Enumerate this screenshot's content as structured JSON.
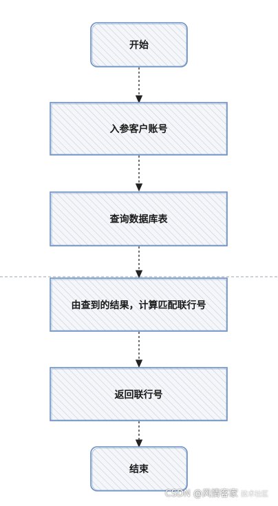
{
  "nodes": [
    {
      "id": "start",
      "label": "开始",
      "shape": "rounded"
    },
    {
      "id": "input",
      "label": "入参客户账号",
      "shape": "rect"
    },
    {
      "id": "query",
      "label": "查询数据库表",
      "shape": "rect"
    },
    {
      "id": "compute",
      "label": "由查到的结果，计算匹配联行号",
      "shape": "rect"
    },
    {
      "id": "return",
      "label": "返回联行号",
      "shape": "rect"
    },
    {
      "id": "end",
      "label": "结束",
      "shape": "rounded"
    }
  ],
  "edges": [
    {
      "from": "start",
      "to": "input"
    },
    {
      "from": "input",
      "to": "query"
    },
    {
      "from": "query",
      "to": "compute"
    },
    {
      "from": "compute",
      "to": "return"
    },
    {
      "from": "return",
      "to": "end"
    }
  ],
  "colors": {
    "node_stroke": "#6a8fc2",
    "hatch": "#c8cfd8",
    "node_fill": "#f4f6f9",
    "arrow": "#222222",
    "divider": "#9aa4b0"
  },
  "watermark": {
    "text": "CSDN @风情客家",
    "faint": "技术社区"
  }
}
